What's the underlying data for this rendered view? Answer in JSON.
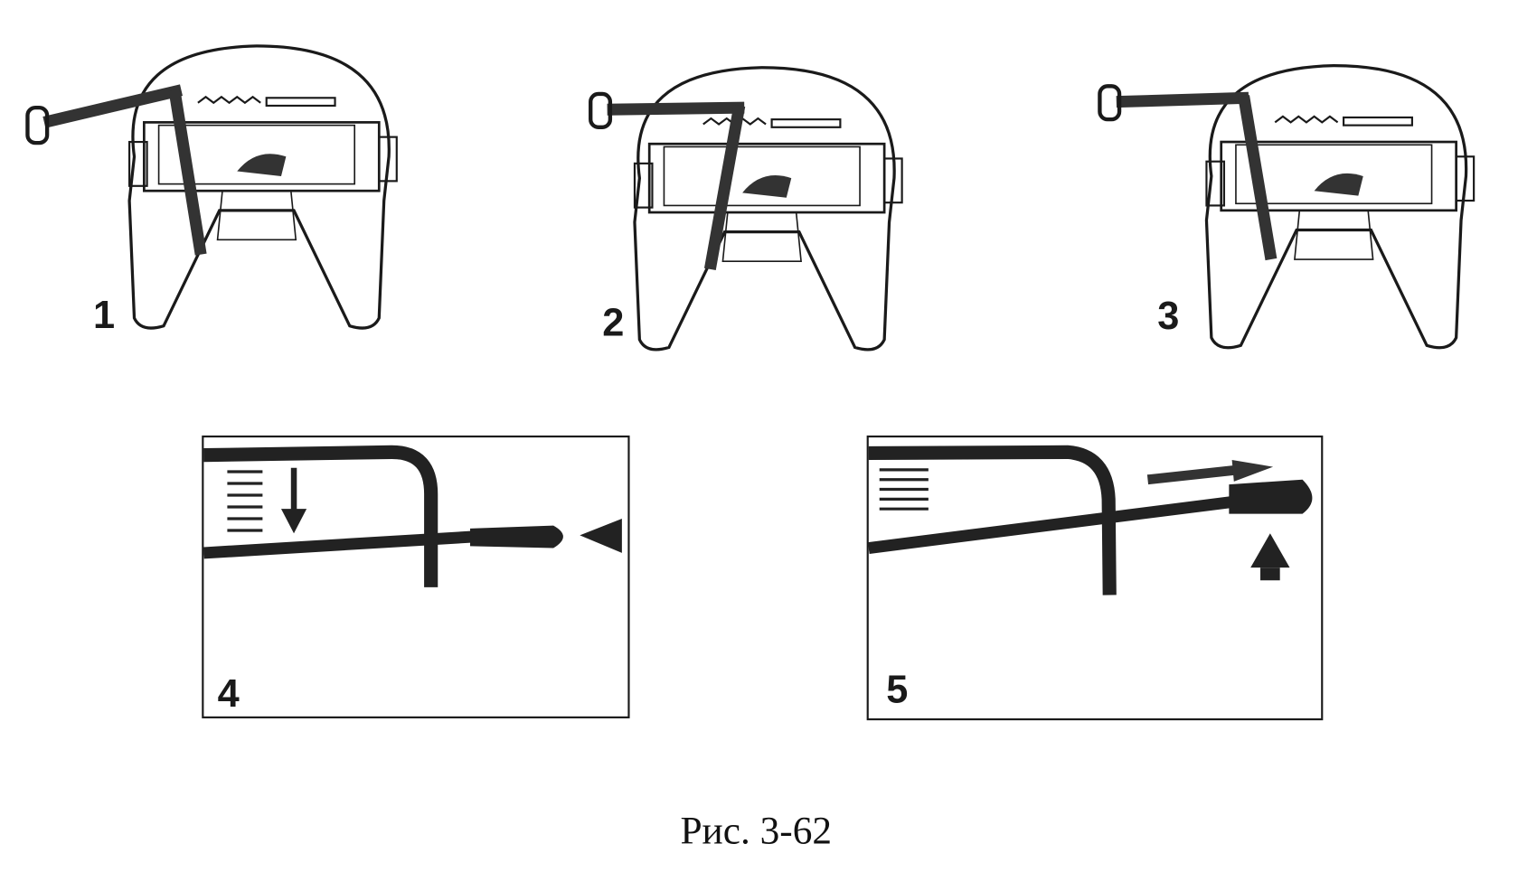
{
  "figures": [
    {
      "label": "1"
    },
    {
      "label": "2"
    },
    {
      "label": "3"
    },
    {
      "label": "4"
    },
    {
      "label": "5"
    }
  ],
  "caption": "Рис. 3-62",
  "colors": {
    "ink": "#1a1a1a",
    "background": "#ffffff"
  }
}
